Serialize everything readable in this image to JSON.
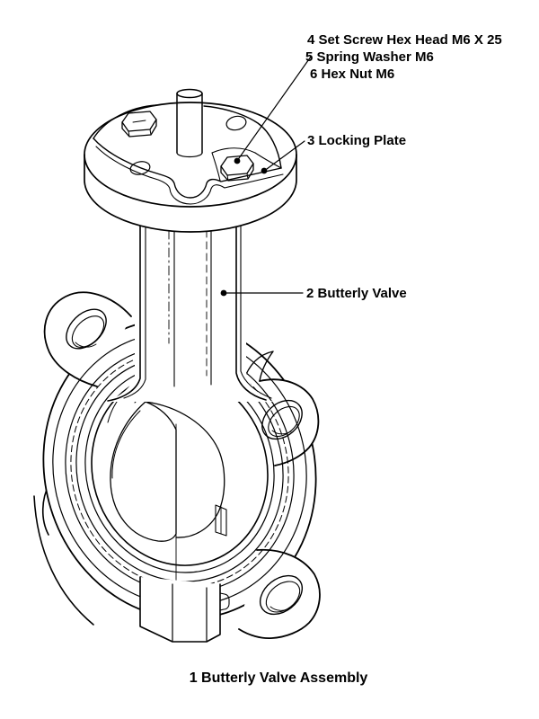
{
  "page": {
    "background_color": "#ffffff",
    "line_color": "#000000"
  },
  "diagram": {
    "caption": "1 Butterly Valve Assembly",
    "callouts": [
      {
        "label": "4 Set Screw Hex Head M6 X 25"
      },
      {
        "label": "5 Spring Washer M6"
      },
      {
        "label": "6 Hex Nut M6"
      },
      {
        "label": "3 Locking Plate"
      },
      {
        "label": "2 Butterly Valve"
      }
    ]
  }
}
